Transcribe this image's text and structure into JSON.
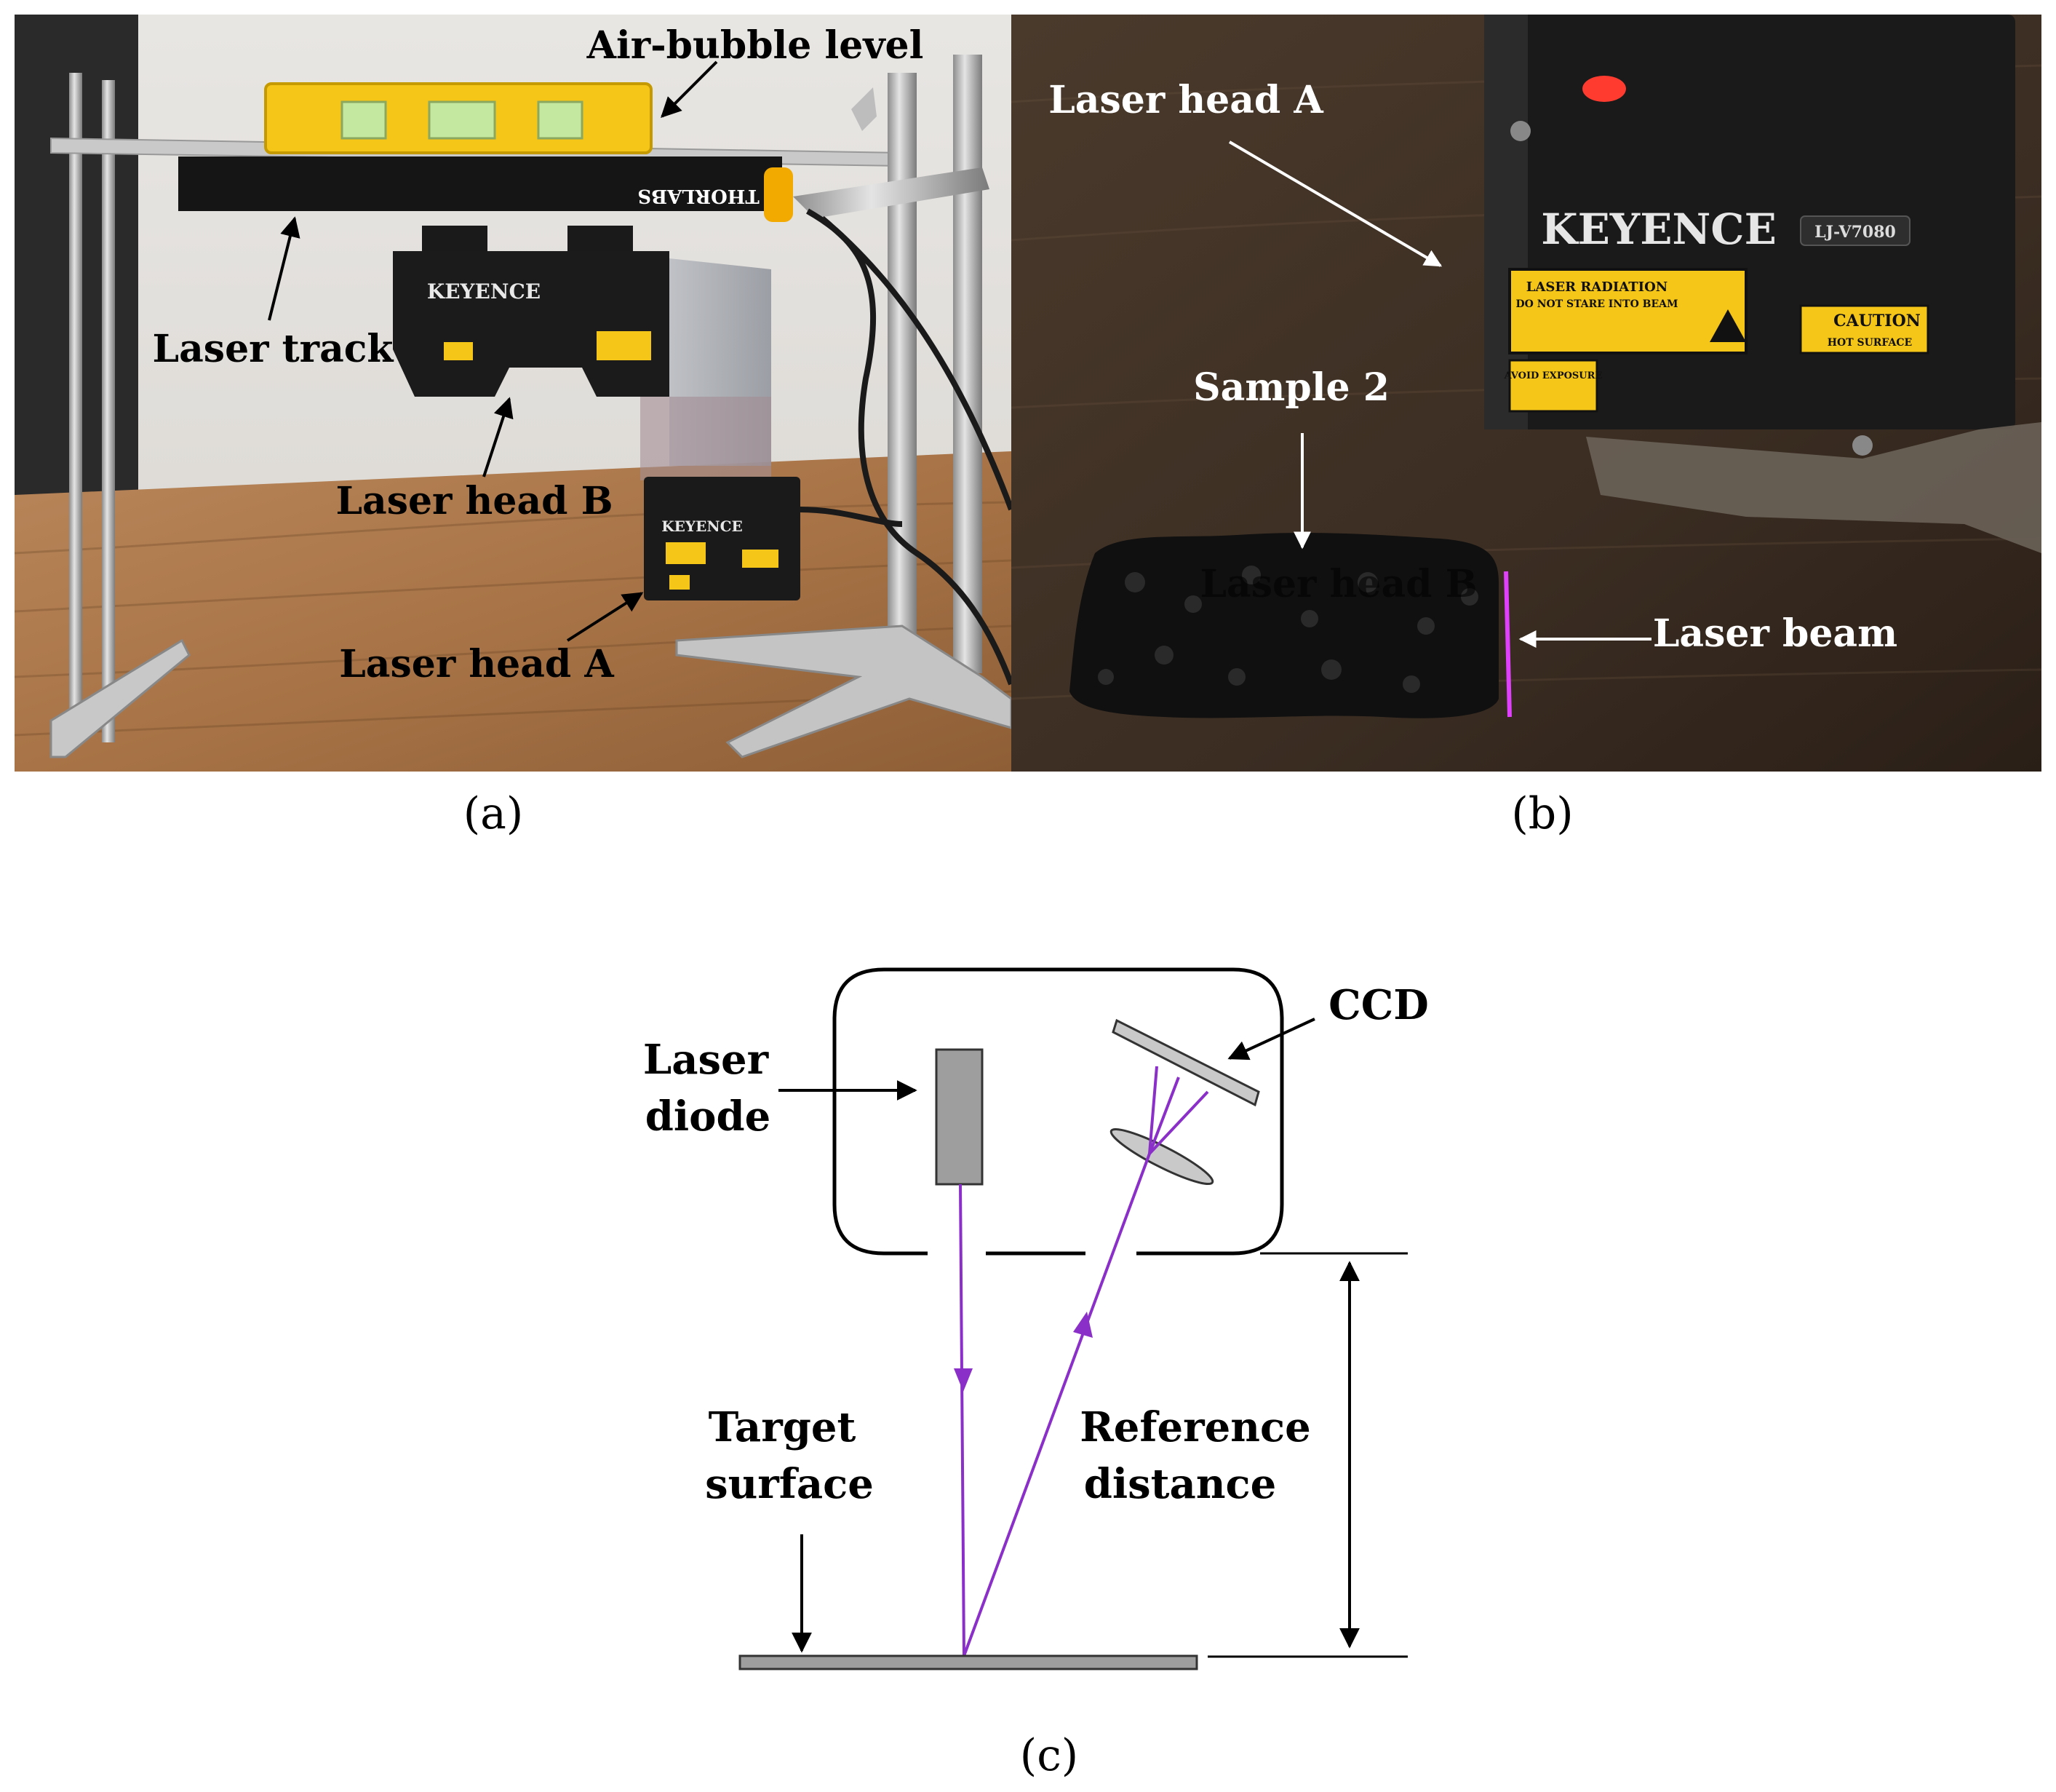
{
  "panel_a": {
    "caption": "(a)",
    "labels": {
      "air_bubble_level": "Air-bubble level",
      "laser_track": "Laser track",
      "laser_head_b": "Laser head B",
      "laser_head_a": "Laser head A"
    },
    "device_text": {
      "brand": "KEYENCE",
      "track_brand": "THORLABS"
    }
  },
  "panel_b": {
    "caption": "(b)",
    "labels": {
      "laser_head_a": "Laser head A",
      "sample_2": "Sample 2",
      "laser_beam": "Laser beam",
      "overlap_text": "Laser head B"
    },
    "device_text": {
      "brand": "KEYENCE",
      "model": "LJ-V7080",
      "warning_title": "LASER RADIATION",
      "warning_sub": "DO NOT STARE INTO BEAM",
      "caution": "CAUTION",
      "hot_surface": "HOT SURFACE",
      "avoid": "AVOID EXPOSURE"
    }
  },
  "panel_c": {
    "caption": "(c)",
    "labels": {
      "ccd": "CCD",
      "laser_diode_line1": "Laser",
      "laser_diode_line2": "diode",
      "target_line1": "Target",
      "target_line2": "surface",
      "reference_line1": "Reference",
      "reference_line2": "distance"
    }
  },
  "colors": {
    "beam": "#8b2fc9",
    "laser_pink": "#e040fb",
    "component_gray": "#9e9e9e",
    "level_yellow": "#f5c518"
  }
}
